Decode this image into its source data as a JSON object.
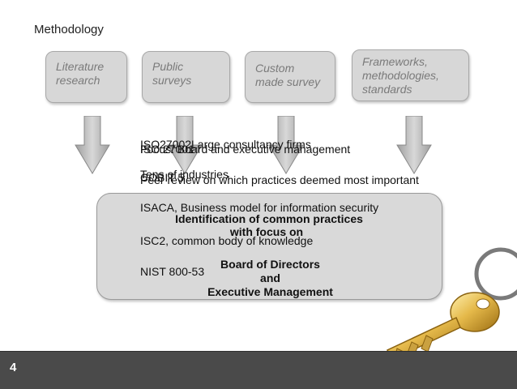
{
  "slide": {
    "title": "Methodology",
    "page_number": "4"
  },
  "sources": [
    {
      "label": "Literature\nresearch"
    },
    {
      "label": "Public\nsurveys"
    },
    {
      "label": "Custom\nmade survey"
    },
    {
      "label": "Frameworks,\nmethodologies,\nstandards"
    }
  ],
  "center": {
    "line1": "Identification of common practices",
    "line2": "with focus on",
    "line3": "Board of Directors\nand\nExecutive Management"
  },
  "overlays": [
    "ISO27002",
    "ISO 27001",
    "Focus: Board and executive management",
    "Large consultancy firms",
    "Peer review on which practices deemed most important",
    "Tens of industries",
    "COBIT 5",
    "ISACA, Business model for information security",
    "ISC2, common body of knowledge",
    "NIST 800-53"
  ],
  "colors": {
    "box_fill": "#d7d7d7",
    "box_text": "#7a7a7a",
    "footer": "#4a4a4a",
    "key_gold": "#e5b94a"
  },
  "icons": [
    "down-arrow-icon",
    "key-icon"
  ]
}
